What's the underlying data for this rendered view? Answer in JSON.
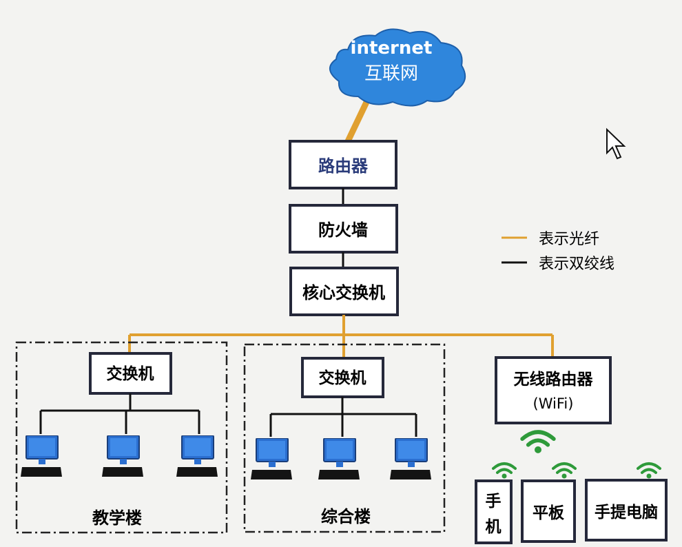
{
  "internet": {
    "title": "internet",
    "subtitle": "互联网"
  },
  "core": {
    "router": "路由器",
    "firewall": "防火墙",
    "core_switch": "核心交换机"
  },
  "legend": {
    "fiber": "表示光纤",
    "twisted_pair": "表示双绞线"
  },
  "buildings": [
    {
      "switch_label": "交换机",
      "name": "教学楼"
    },
    {
      "switch_label": "交换机",
      "name": "综合楼"
    }
  ],
  "wireless": {
    "line1": "无线路由器",
    "line2": "(WiFi)"
  },
  "devices": {
    "phone_line1": "手",
    "phone_line2": "机",
    "tablet": "平板",
    "laptop": "手提电脑"
  },
  "colors": {
    "fiber": "#e0a030",
    "twisted_pair": "#111111",
    "cloud": "#2f86dc",
    "box_border": "#25283a",
    "wifi": "#2e9a3a",
    "computer": "#2b6fd0"
  }
}
